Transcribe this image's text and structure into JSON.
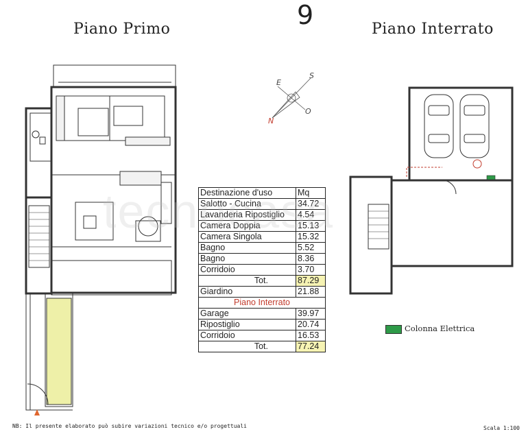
{
  "unit_number": "9",
  "titles": {
    "first_floor": "Piano Primo",
    "basement": "Piano Interrato"
  },
  "compass": [
    "E",
    "S",
    "N",
    "O"
  ],
  "table": {
    "header": {
      "label": "Destinazione d'uso",
      "mq": "Mq"
    },
    "first_floor_rows": [
      {
        "label": "Salotto - Cucina",
        "mq": "34.72"
      },
      {
        "label": "Lavanderia Ripostiglio",
        "mq": "4.54"
      },
      {
        "label": "Camera Doppia",
        "mq": "15.13"
      },
      {
        "label": "Camera Singola",
        "mq": "15.32"
      },
      {
        "label": "Bagno",
        "mq": "5.52"
      },
      {
        "label": "Bagno",
        "mq": "8.36"
      },
      {
        "label": "Corridoio",
        "mq": "3.70"
      }
    ],
    "first_floor_total": {
      "label": "Tot.",
      "mq": "87.29"
    },
    "garden": {
      "label": "Giardino",
      "mq": "21.88"
    },
    "basement_heading": "Piano Interrato",
    "basement_rows": [
      {
        "label": "Garage",
        "mq": "39.97"
      },
      {
        "label": "Ripostiglio",
        "mq": "20.74"
      },
      {
        "label": "Corridoio",
        "mq": "16.53"
      }
    ],
    "basement_total": {
      "label": "Tot.",
      "mq": "77.24"
    }
  },
  "legend": {
    "label": "Colonna Elettrica",
    "color": "#2e9a48"
  },
  "footer": {
    "note": "NB: Il presente elaborato può subire variazioni tecnico e/o progettuali",
    "scale": "Scala 1:100"
  },
  "watermark": "tecnocasa"
}
